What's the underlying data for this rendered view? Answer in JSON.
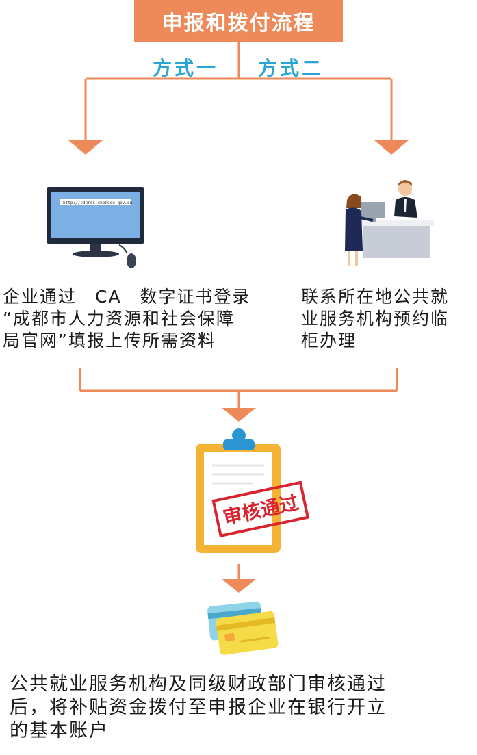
{
  "title": "申报和拨付流程",
  "methods": [
    "方式一",
    "方式二"
  ],
  "url_text": "http://cdhrss.chengdu.gov.cn",
  "left_desc_lines": [
    "企业通过　CA　数字证书登录",
    "“成都市人力资源和社会保障",
    "局官网”填报上传所需资料"
  ],
  "right_desc_lines": [
    "联系所在地公共就",
    "业服务机构预约临",
    "柜办理"
  ],
  "stamp": "审核通过",
  "final_desc_lines": [
    "公共就业服务机构及同级财政部门审核通过",
    "后，将补贴资金拨付至申报企业在银行开立",
    "的基本账户"
  ],
  "colors": {
    "accent": "#ee8a5a",
    "method_text": "#2aa4d5",
    "stamp_red": "#d9232e",
    "clipboard": "#f5b335"
  },
  "icons": [
    "computer-monitor-icon",
    "mouse-icon",
    "service-counter-icon",
    "clipboard-icon",
    "bank-card-icon"
  ]
}
